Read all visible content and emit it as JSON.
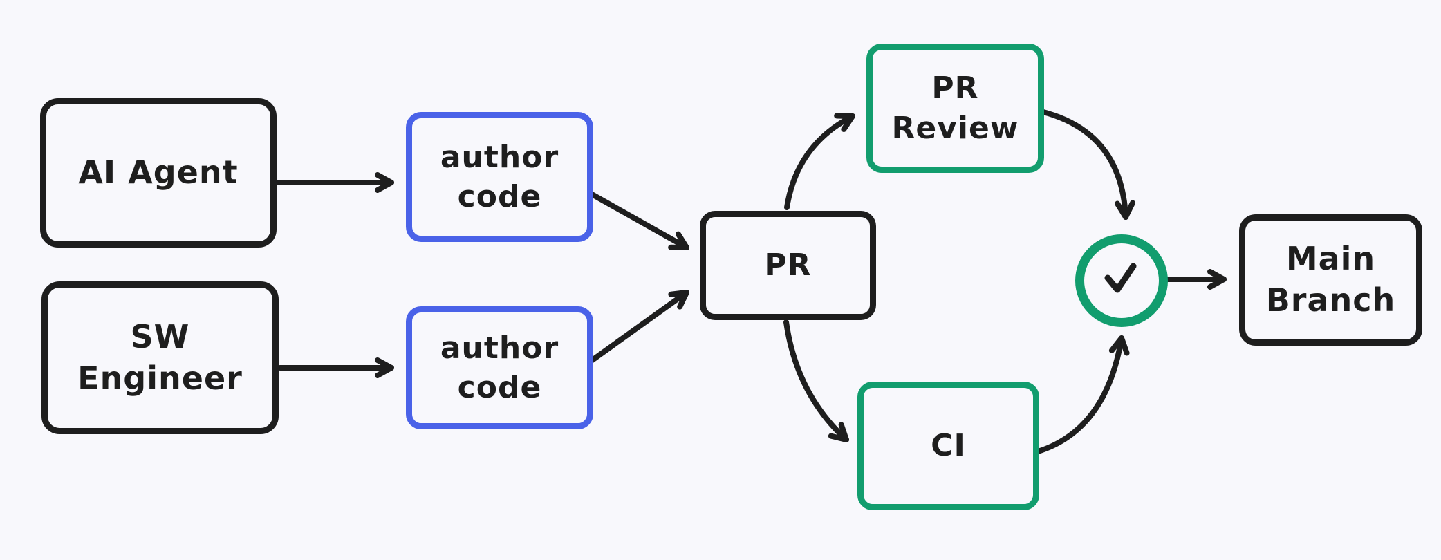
{
  "colors": {
    "background": "#f8f8fc",
    "ink": "#1e1e1e",
    "blue": "#4a62e8",
    "green": "#129d6e"
  },
  "nodes": {
    "ai_agent": {
      "label": "AI Agent"
    },
    "sw_engineer": {
      "label": "SW\nEngineer"
    },
    "author_code_top": {
      "label": "author\ncode"
    },
    "author_code_bottom": {
      "label": "author\ncode"
    },
    "pr": {
      "label": "PR"
    },
    "pr_review": {
      "label": "PR\nReview"
    },
    "ci": {
      "label": "CI"
    },
    "approval": {
      "icon": "check"
    },
    "main_branch": {
      "label": "Main\nBranch"
    }
  },
  "edges": [
    {
      "from": "AI Agent",
      "to": "author code (top)"
    },
    {
      "from": "SW Engineer",
      "to": "author code (bottom)"
    },
    {
      "from": "author code (top)",
      "to": "PR"
    },
    {
      "from": "author code (bottom)",
      "to": "PR"
    },
    {
      "from": "PR",
      "to": "PR Review"
    },
    {
      "from": "PR",
      "to": "CI"
    },
    {
      "from": "PR Review",
      "to": "check"
    },
    {
      "from": "CI",
      "to": "check"
    },
    {
      "from": "check",
      "to": "Main Branch"
    }
  ]
}
